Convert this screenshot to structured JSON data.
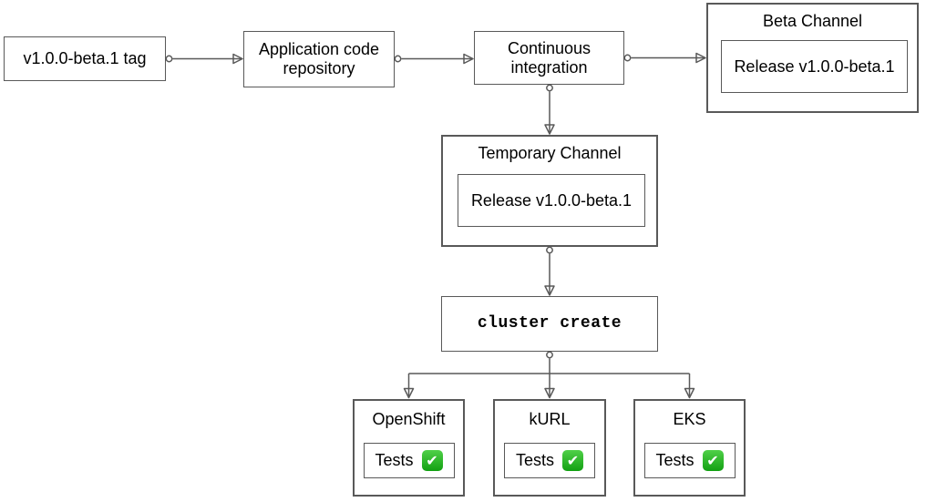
{
  "diagram": {
    "nodes": {
      "tag": {
        "label": "v1.0.0-beta.1 tag"
      },
      "repo": {
        "label": "Application code\nrepository"
      },
      "ci": {
        "label": "Continuous\nintegration"
      },
      "beta_channel": {
        "title": "Beta Channel",
        "release_label": "Release v1.0.0-beta.1"
      },
      "temporary_channel": {
        "title": "Temporary Channel",
        "release_label": "Release v1.0.0-beta.1"
      },
      "cluster_create": {
        "label": "cluster create"
      },
      "platforms": [
        {
          "name": "OpenShift",
          "tests_label": "Tests",
          "status_icon": "check-icon"
        },
        {
          "name": "kURL",
          "tests_label": "Tests",
          "status_icon": "check-icon"
        },
        {
          "name": "EKS",
          "tests_label": "Tests",
          "status_icon": "check-icon"
        }
      ]
    },
    "colors": {
      "background": "#ffffff",
      "node_fill": "#ffffff",
      "border": "#595959",
      "connector": "#595959",
      "text": "#000000",
      "check_bg_top": "#50d048",
      "check_bg_bottom": "#12a012",
      "check_mark": "#ffffff"
    }
  },
  "icons": {
    "check": "✔"
  }
}
